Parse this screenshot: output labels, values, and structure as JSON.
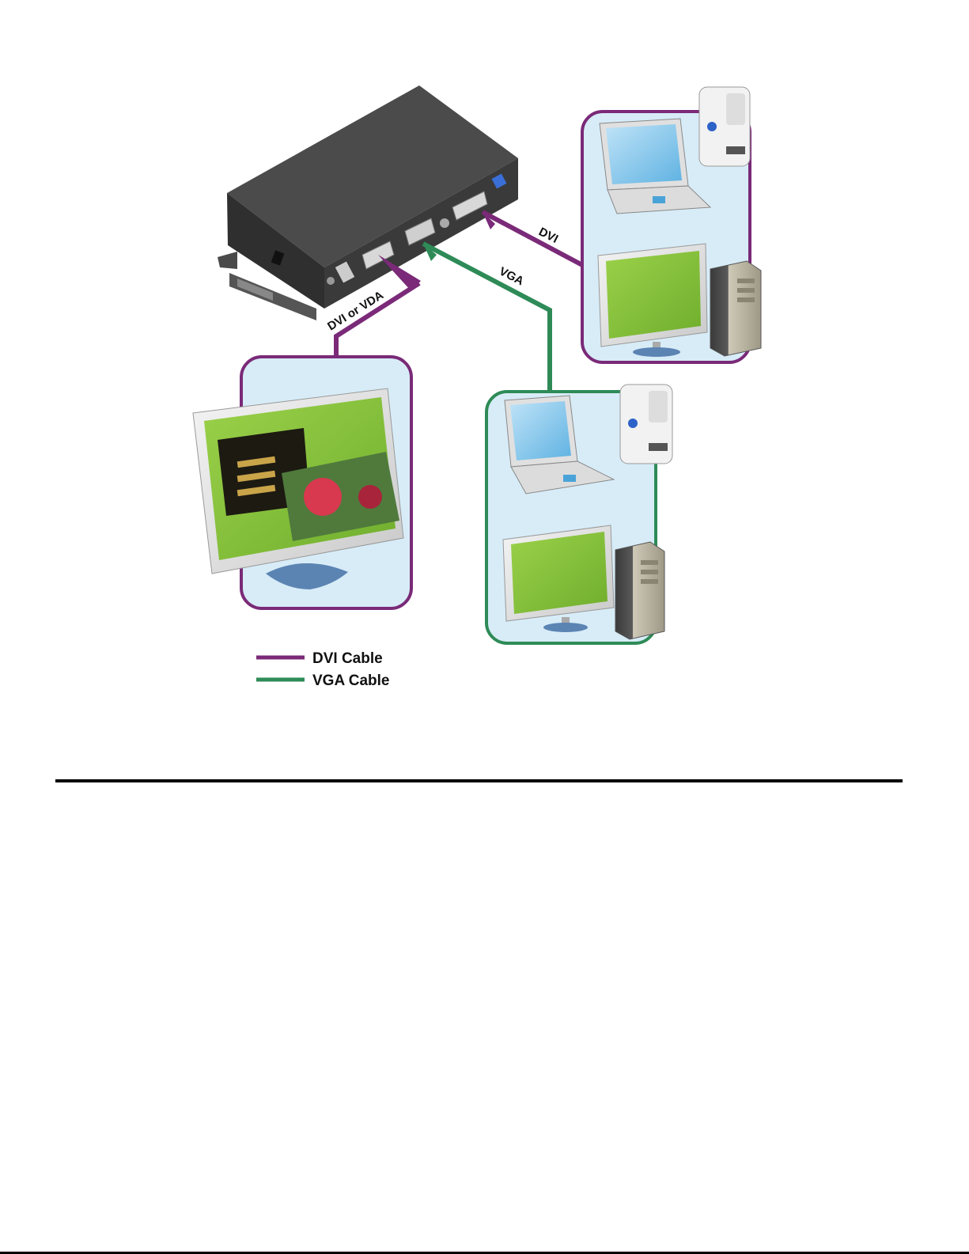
{
  "colors": {
    "dvi": "#7a2a78",
    "vga": "#2e8b57",
    "screen": "#8cc63f",
    "panel_bg": "#d7ecf7",
    "box": "#3d3d3d"
  },
  "cables": {
    "dvi_in": "DVI",
    "vga_in": "VGA",
    "out": "DVI or VDA"
  },
  "legend": [
    {
      "label": "DVI Cable",
      "color": "#7a2a78"
    },
    {
      "label": "VGA Cable",
      "color": "#2e8b57"
    }
  ],
  "icons": [
    "switch-box-icon",
    "laptop-icon",
    "tower-computer-icon",
    "lcd-monitor-icon",
    "mac-tower-icon",
    "photo-icon"
  ]
}
